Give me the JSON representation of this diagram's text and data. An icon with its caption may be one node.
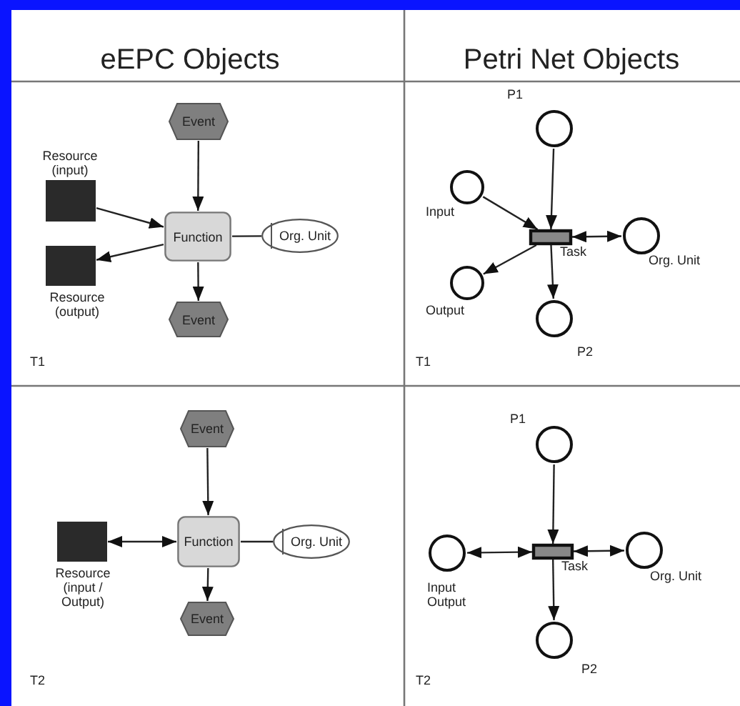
{
  "diagram": {
    "nodes": [
      {
        "text": [
          "Event"
        ]
      },
      {
        "text": [
          "Resource (input)"
        ]
      },
      {
        "text": [
          "Function"
        ]
      },
      {
        "text": [
          "Org. Unit"
        ]
      },
      {
        "text": [
          "Resource (output)"
        ]
      },
      {
        "text": [
          "Event"
        ]
      },
      {
        "text": [
          "P1"
        ]
      },
      {
        "text": [
          "Input"
        ]
      },
      {
        "text": [
          "Task"
        ]
      },
      {
        "text": [
          "Org. Unit"
        ]
      },
      {
        "text": [
          "Output"
        ]
      },
      {
        "text": [
          "P2"
        ]
      },
      {
        "text": [
          "Event"
        ]
      },
      {
        "text": [
          "Resource (input / Output)"
        ]
      },
      {
        "text": [
          "Function"
        ]
      },
      {
        "text": [
          "Org. Unit"
        ]
      },
      {
        "text": [
          "Event"
        ]
      },
      {
        "text": [
          "P1"
        ]
      },
      {
        "text": [
          "Input Output"
        ]
      },
      {
        "text": [
          "Task"
        ]
      },
      {
        "text": [
          "Org. Unit"
        ]
      },
      {
        "text": [
          "P2"
        ]
      }
    ],
    "edges": [
      {
        "from": 0,
        "to": 2,
        "arrow": "to"
      },
      {
        "from": 1,
        "to": 2,
        "arrow": "to"
      },
      {
        "from": 2,
        "to": 4,
        "arrow": "to"
      },
      {
        "from": 2,
        "to": 3,
        "arrow": "none"
      },
      {
        "from": 2,
        "to": 5,
        "arrow": "to"
      },
      {
        "from": 6,
        "to": 8,
        "arrow": "to"
      },
      {
        "from": 7,
        "to": 8,
        "arrow": "to"
      },
      {
        "from": 8,
        "to": 9,
        "arrow": "both"
      },
      {
        "from": 8,
        "to": 10,
        "arrow": "to"
      },
      {
        "from": 8,
        "to": 11,
        "arrow": "to"
      },
      {
        "from": 12,
        "to": 14,
        "arrow": "to"
      },
      {
        "from": 13,
        "to": 14,
        "arrow": "both"
      },
      {
        "from": 14,
        "to": 15,
        "arrow": "none"
      },
      {
        "from": 14,
        "to": 16,
        "arrow": "to"
      },
      {
        "from": 17,
        "to": 19,
        "arrow": "to"
      },
      {
        "from": 18,
        "to": 19,
        "arrow": "both"
      },
      {
        "from": 19,
        "to": 20,
        "arrow": "both"
      },
      {
        "from": 19,
        "to": 21,
        "arrow": "to"
      }
    ],
    "labels": [
      "eEPC Objects",
      "Petri Net Objects",
      "T1",
      "T1",
      "T2",
      "T2"
    ]
  }
}
